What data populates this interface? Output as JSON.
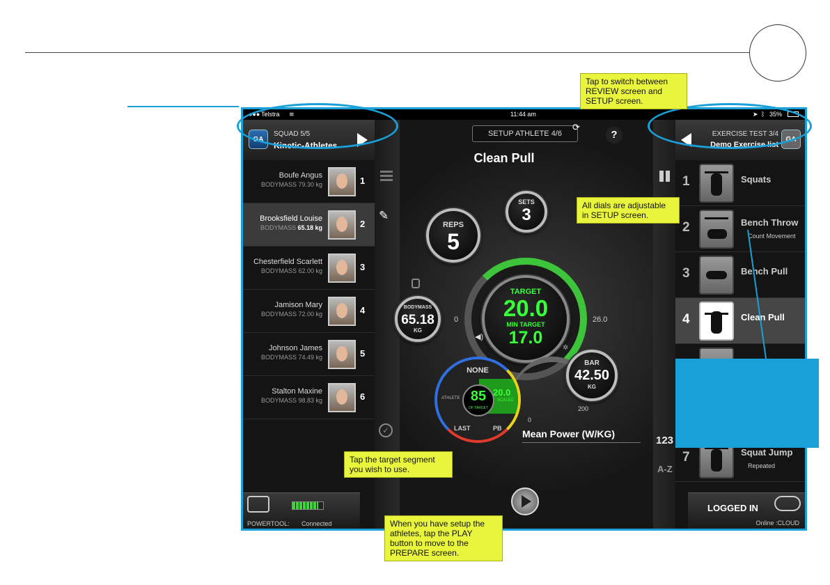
{
  "status_bar": {
    "carrier": "Telstra",
    "time": "11:44 am",
    "battery": "35%"
  },
  "squad": {
    "label": "SQUAD 5/5",
    "name": "Kinetic-Athletes",
    "logo": "GA"
  },
  "athletes": [
    {
      "name": "Boufe Angus",
      "mass_label": "BODYMASS",
      "mass": "79.30 kg",
      "index": "1"
    },
    {
      "name": "Brooksfield Louise",
      "mass_label": "BODYMASS",
      "mass": "65.18 kg",
      "index": "2"
    },
    {
      "name": "Chesterfield Scarlett",
      "mass_label": "BODYMASS",
      "mass": "62.00 kg",
      "index": "3"
    },
    {
      "name": "Jamison Mary",
      "mass_label": "BODYMASS",
      "mass": "72.00 kg",
      "index": "4"
    },
    {
      "name": "Johnson James",
      "mass_label": "BODYMASS",
      "mass": "74.49 kg",
      "index": "5"
    },
    {
      "name": "Stalton Maxine",
      "mass_label": "BODYMASS",
      "mass": "98.83 kg",
      "index": "6"
    }
  ],
  "setup": {
    "label": "SETUP ATHLETE 4/6",
    "help": "?"
  },
  "exercise_title": "Clean Pull",
  "dials": {
    "reps": {
      "label": "REPS",
      "value": "5"
    },
    "sets": {
      "label": "SETS",
      "value": "3"
    },
    "bodymass": {
      "label": "BODYMASS",
      "value": "65.18",
      "unit": "KG"
    },
    "target": {
      "label": "TARGET",
      "value": "20.0",
      "min_label": "MIN TARGET",
      "min_value": "17.0"
    },
    "scale_min": "0",
    "scale_max": "26.0",
    "bar": {
      "label": "BAR",
      "value": "42.50",
      "unit": "KG",
      "min": "0",
      "max": "200"
    }
  },
  "segments": {
    "top": "NONE",
    "center_value": "85",
    "center_sub": "OF TARGET",
    "right_value": "20.0",
    "right_sub": "SCALED",
    "left": "ATHLETE",
    "bottom_left": "LAST",
    "bottom_right": "PB"
  },
  "metric": "Mean Power (W/KG)",
  "exercise_list": {
    "label": "EXERCISE TEST 3/4",
    "name": "Demo Exercise list",
    "logo": "GA"
  },
  "exercises": [
    {
      "index": "1",
      "name": "Squats",
      "sub": ""
    },
    {
      "index": "2",
      "name": "Bench Throw",
      "sub": "Count Movement"
    },
    {
      "index": "3",
      "name": "Bench Pull",
      "sub": ""
    },
    {
      "index": "4",
      "name": "Clean Pull",
      "sub": ""
    },
    {
      "index": "",
      "name": "",
      "sub": ""
    },
    {
      "index": "",
      "name": "",
      "sub": ""
    },
    {
      "index": "7",
      "name": "Squat Jump",
      "sub": "Repeated"
    }
  ],
  "sort": {
    "numeric": "123",
    "alpha": "A-Z"
  },
  "powertool": {
    "label": "POWERTOOL:",
    "status": "Connected"
  },
  "login": {
    "status": "LOGGED IN",
    "mode": "Online :CLOUD"
  },
  "callouts": {
    "switch": "Tap to switch between REVIEW screen and SETUP screen.",
    "dials": "All dials are adjustable in SETUP screen.",
    "segment": "Tap the target segment you wish to use.",
    "play": "When you have setup the athletes, tap the PLAY button to move to the PREPARE screen."
  },
  "colors": {
    "accent": "#1aa0d8",
    "callout": "#e9f53c",
    "target_green": "#39ff3a"
  }
}
